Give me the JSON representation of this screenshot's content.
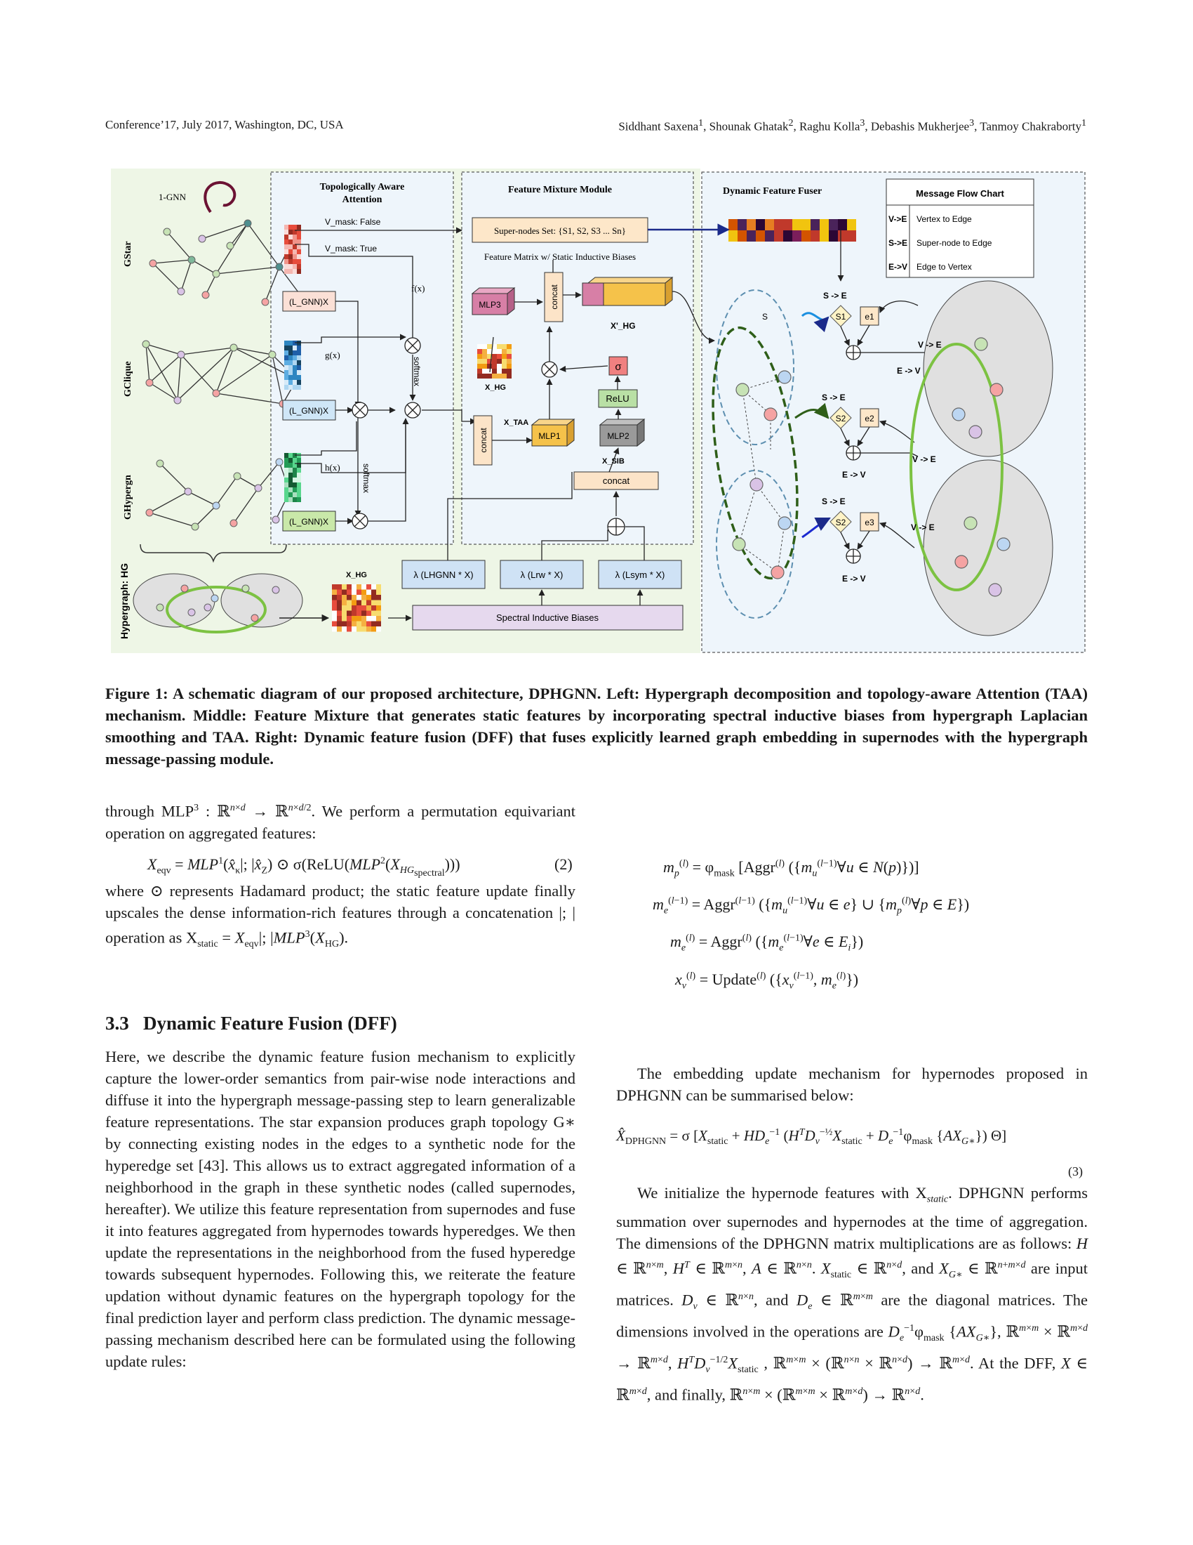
{
  "header": {
    "left": "Conference’17, July 2017, Washington, DC, USA",
    "authors": [
      {
        "name": "Siddhant Saxena",
        "aff": "1"
      },
      {
        "name": "Shounak Ghatak",
        "aff": "2"
      },
      {
        "name": "Raghu Kolla",
        "aff": "3"
      },
      {
        "name": "Debashis Mukherjee",
        "aff": "3"
      },
      {
        "name": "Tanmoy Chakraborty",
        "aff": "1"
      }
    ]
  },
  "figure": {
    "left_labels": {
      "gnn": "1-GNN",
      "gstar": "GStar",
      "gclique": "GClique",
      "ghypergn": "GHypergn",
      "hypergraph": "Hypergraph: HG"
    },
    "taa": {
      "title1": "Topologically Aware",
      "title2": "Attention",
      "vmask_false": "V_mask: False",
      "vmask_true": "V_mask: True",
      "lgnn": "(L_GNN)X",
      "fx": "f(x)",
      "gx": "g(x)",
      "hx": "h(x)",
      "softmax": "softmax"
    },
    "fmm": {
      "title": "Feature Mixture Module",
      "supernodes": "Super-nodes Set: {S1, S2, S3 ...  Sn}",
      "matrix": "Feature Matrix w/ Static Inductive Biases",
      "mlp3": "MLP3",
      "mlp1": "MLP1",
      "mlp2": "MLP2",
      "concat": "concat",
      "relu": "ReLU",
      "sigma": "σ",
      "xhg": "X_HG",
      "xprime": "X'_HG",
      "xtaa": "X_TAA",
      "xsib": "X_SIB"
    },
    "spectral": {
      "l1": "λ (LHGNN * X)",
      "l2": "λ (Lrw * X)",
      "l3": "λ (Lsym * X)",
      "box": "Spectral Inductive Biases",
      "xhg": "X_HG"
    },
    "dff": {
      "title": "Dynamic Feature Fuser",
      "s_e": "S -> E",
      "e_v": "E -> V",
      "v_e": "V -> E",
      "s1": "S1",
      "s2": "S2",
      "e1": "e1",
      "e2": "e2",
      "e3": "e3",
      "s": "S"
    },
    "legend": {
      "title": "Message Flow Chart",
      "rows": [
        [
          "V->E",
          "Vertex to Edge"
        ],
        [
          "S->E",
          "Super-node to Edge"
        ],
        [
          "E->V",
          "Edge to Vertex"
        ]
      ]
    },
    "colors": {
      "green_bg": "#eef6e6",
      "blue_bg": "#eef5fb",
      "mlp3": "#d77fa6",
      "mlp1": "#f5c24a",
      "mlp2": "#9a9a9a",
      "relu": "#b9e0a5",
      "sigma": "#f08080",
      "concat": "#fce4c8",
      "purple_box": "#e6d9ee"
    }
  },
  "caption": "Figure 1: A schematic diagram of our proposed architecture, DPHGNN. Left: Hypergraph decomposition and topology-aware Attention (TAA) mechanism. Middle: Feature Mixture that generates static features by incorporating spectral inductive biases from hypergraph Laplacian smoothing and TAA. Right: Dynamic feature fusion (DFF) that fuses explicitly learned graph embedding in supernodes with the hypergraph message-passing module.",
  "left_col": {
    "p1_a": "through MLP",
    "p1_b": ". We perform a permutation equivariant operation on aggregated features:",
    "eq2_number": "(2)",
    "p2": "where ⊙ represents Hadamard product; the static feature update finally upscales the dense information-rich features through a concatenation |; | operation as X",
    "section_number": "3.3",
    "section_title": "Dynamic Feature Fusion (DFF)",
    "p3": "Here, we describe the dynamic feature fusion mechanism to explicitly capture the lower-order semantics from pair-wise node interactions and diffuse it into the hypergraph message-passing step to learn generalizable feature representations. The star expansion produces graph topology G∗ by connecting existing nodes in the edges to a synthetic node for the hyperedge set [43]. This allows us to extract aggregated information of a neighborhood in the graph in these synthetic nodes (called supernodes, hereafter). We utilize this feature representation from supernodes and fuse it into features aggregated from hypernodes towards hyperedges. We then update the representations in the neighborhood from the fused hyperedge towards subsequent hypernodes. Following this, we reiterate the feature updation without dynamic features on the hypergraph topology for the final prediction layer and perform class prediction. The dynamic message-passing mechanism described here can be formulated using the following update rules:"
  },
  "right_col": {
    "p1": "The embedding update mechanism for hypernodes proposed in DPHGNN can be summarised below:",
    "eq3_number": "(3)",
    "p2": "We initialize the hypernode features with X"
  }
}
